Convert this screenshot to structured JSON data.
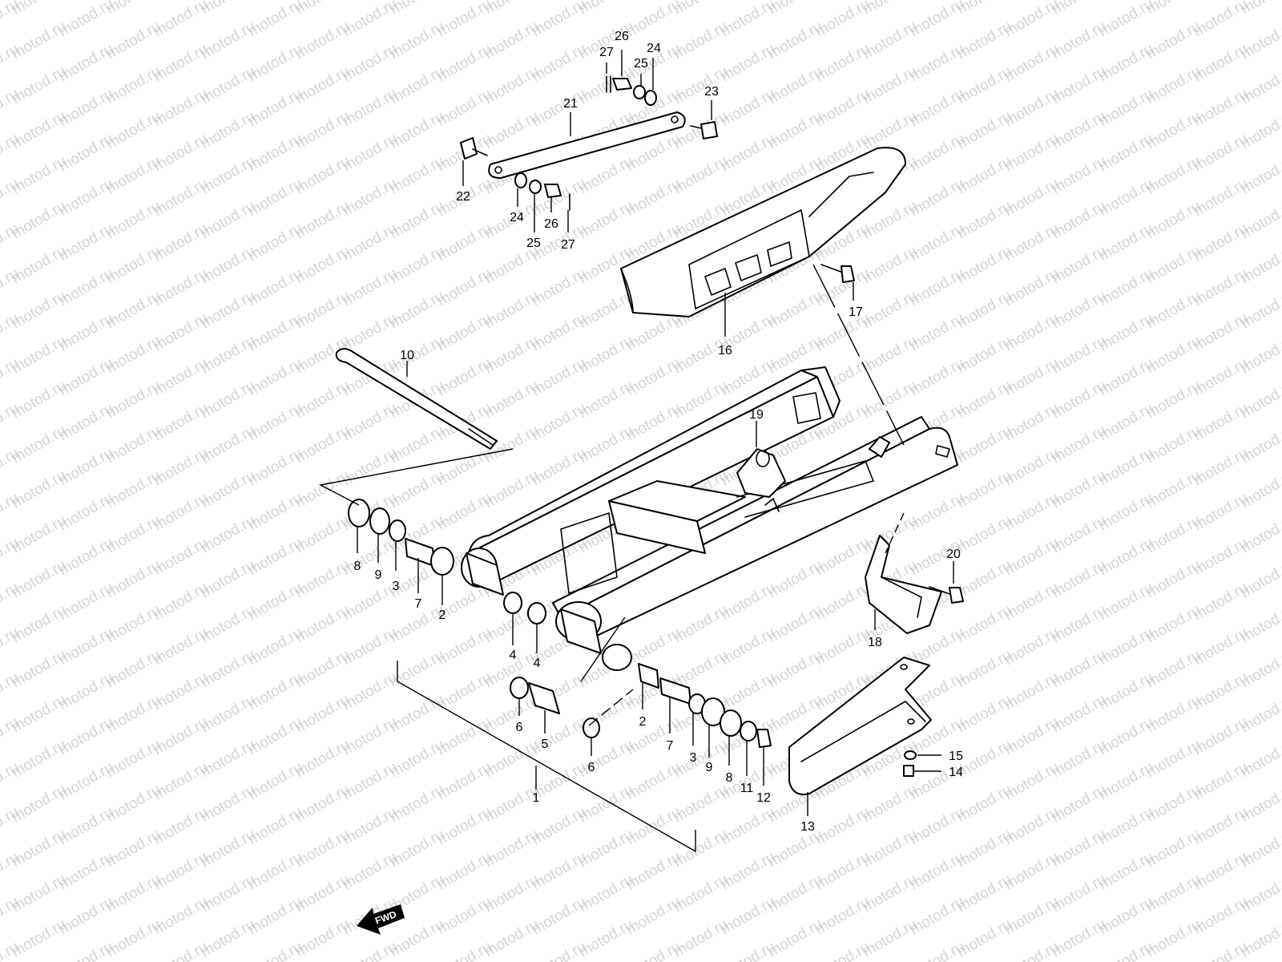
{
  "watermark": "motod.ru",
  "direction_label": "FWD",
  "callouts": {
    "c1": "1",
    "c2a": "2",
    "c2b": "2",
    "c3a": "3",
    "c3b": "3",
    "c4a": "4",
    "c4b": "4",
    "c5": "5",
    "c6a": "6",
    "c6b": "6",
    "c7a": "7",
    "c7b": "7",
    "c8a": "8",
    "c8b": "8",
    "c9a": "9",
    "c9b": "9",
    "c10": "10",
    "c11": "11",
    "c12": "12",
    "c13": "13",
    "c14": "14",
    "c15": "15",
    "c16": "16",
    "c17": "17",
    "c18": "18",
    "c19": "19",
    "c20": "20",
    "c21": "21",
    "c22": "22",
    "c23": "23",
    "c24a": "24",
    "c24b": "24",
    "c25a": "25",
    "c25b": "25",
    "c26a": "26",
    "c26b": "26",
    "c27a": "27",
    "c27b": "27"
  }
}
